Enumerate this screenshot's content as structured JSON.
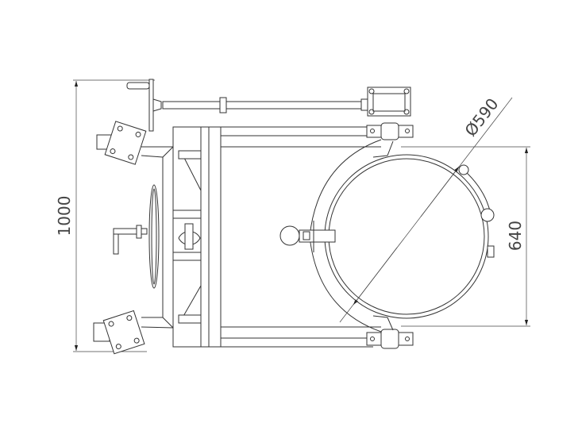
{
  "drawing": {
    "dimensions": {
      "overall_height": "1000",
      "ring_height": "640",
      "ring_diameter": "Ø590"
    }
  }
}
